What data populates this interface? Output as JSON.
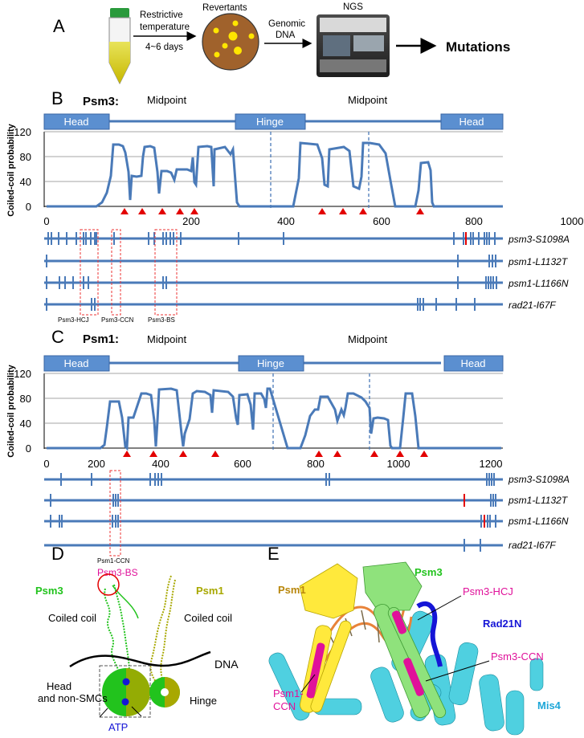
{
  "panel_a": {
    "letter": "A",
    "step1_line1": "Restrictive",
    "step1_line2": "temperature",
    "step1_line3": "4~6 days",
    "revertants": "Revertants",
    "step2_line1": "Genomic",
    "step2_line2": "DNA",
    "ngs": "NGS",
    "result": "Mutations"
  },
  "panel_b": {
    "letter": "B",
    "protein": "Psm3:",
    "domains": [
      "Head",
      "Hinge",
      "Head"
    ],
    "midpoint": "Midpoint",
    "ylabel": "Coiled-coil probability",
    "yticks": [
      "0",
      "40",
      "80",
      "120"
    ],
    "xticks": [
      "0",
      "200",
      "400",
      "600",
      "800",
      "1000"
    ],
    "strains": [
      "psm3-S1098A",
      "psm1-L1132T",
      "psm1-L1166N",
      "rad21-I67F"
    ],
    "boxes": [
      "Psm3-HCJ",
      "Psm3-CCN",
      "Psm3-BS"
    ]
  },
  "panel_c": {
    "letter": "C",
    "protein": "Psm1:",
    "domains": [
      "Head",
      "Hinge",
      "Head"
    ],
    "midpoint": "Midpoint",
    "ylabel": "Coiled-coil probability",
    "yticks": [
      "0",
      "40",
      "80",
      "120"
    ],
    "xticks": [
      "0",
      "200",
      "400",
      "600",
      "800",
      "1000",
      "1200"
    ],
    "strains": [
      "psm3-S1098A",
      "psm1-L1132T",
      "psm1-L1166N",
      "rad21-I67F"
    ],
    "boxes": [
      "Psm1-CCN"
    ]
  },
  "panel_d": {
    "letter": "D",
    "psm3": "Psm3",
    "psm1": "Psm1",
    "bs": "Psm3-BS",
    "coil_left": "Coiled coil",
    "coil_right": "Coiled coil",
    "dna": "DNA",
    "head1": "Head",
    "head2": "and non-SMCs",
    "hinge": "Hinge",
    "atp": "ATP"
  },
  "panel_e": {
    "letter": "E",
    "psm1": "Psm1",
    "psm3": "Psm3",
    "hcj": "Psm3-HCJ",
    "rad21": "Rad21N",
    "ccn3": "Psm3-CCN",
    "ccn1a": "Psm1-",
    "ccn1b": "CCN",
    "mis4": "Mis4"
  },
  "colors": {
    "curve": "#4a7ab8",
    "domain_fill": "#5b8fd0",
    "arrow_red": "#e30000",
    "magenta": "#e0119a",
    "psm3_green": "#22c31d",
    "psm1_olive": "#a8a800",
    "rad21_blue": "#1515d6",
    "mis4_cyan": "#1ea7d8",
    "psm1_label": "#b8860b"
  }
}
